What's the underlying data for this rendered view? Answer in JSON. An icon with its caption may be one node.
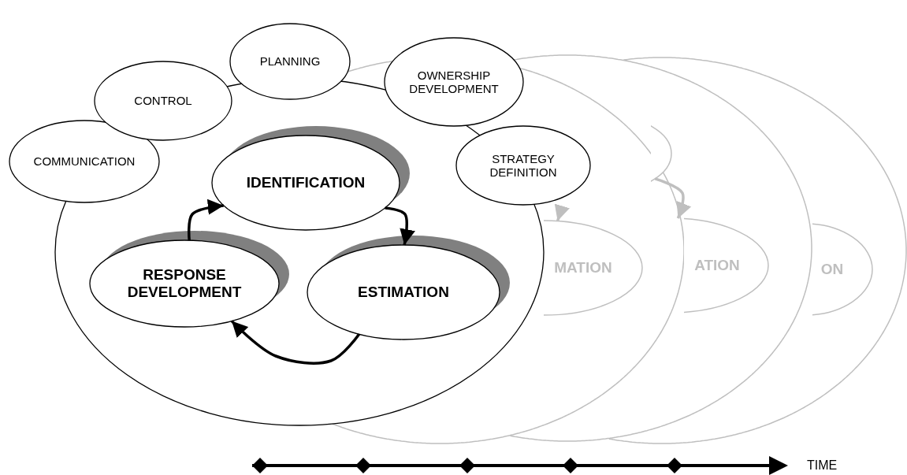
{
  "diagram": {
    "nodes": [
      {
        "text": [
          "COMMUNICATION"
        ]
      },
      {
        "text": [
          "CONTROL"
        ]
      },
      {
        "text": [
          "PLANNING"
        ]
      },
      {
        "text": [
          "OWNERSHIP DEVELOPMENT"
        ]
      },
      {
        "text": [
          "STRATEGY DEFINITION"
        ]
      },
      {
        "text": [],
        "shape": "circle"
      },
      {
        "text": [
          "IDENTIFICATION"
        ],
        "in": 5
      },
      {
        "text": [
          "ESTIMATION"
        ],
        "in": 5
      },
      {
        "text": [
          "RESPONSE DEVELOPMENT"
        ],
        "in": 5
      },
      {
        "text": [
          "MATION"
        ]
      },
      {
        "text": [],
        "shape": "circle"
      },
      {
        "text": [
          "ATION"
        ]
      },
      {
        "text": [
          "ON"
        ]
      }
    ],
    "edges": [
      {
        "from": 6,
        "to": 7,
        "arrow": "to"
      },
      {
        "from": 7,
        "to": 8,
        "arrow": "to"
      },
      {
        "from": 8,
        "to": 6,
        "arrow": "to"
      },
      {
        "from": null,
        "to": 9,
        "arrow": "to",
        "color": "#bfbfbf"
      },
      {
        "from": 10,
        "to": 11,
        "arrow": "to",
        "color": "#bfbfbf"
      }
    ],
    "labels": [
      "TIME"
    ]
  }
}
